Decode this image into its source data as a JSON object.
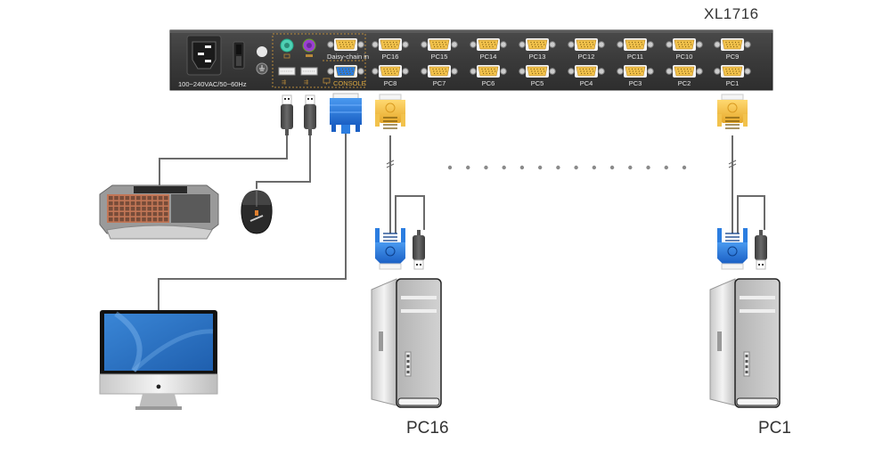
{
  "device": {
    "model": "XL1716",
    "power_label": "100~240VAC/50~60Hz",
    "daisy_chain_label": "Daisy-chain in",
    "console_label": "CONSOLE",
    "top_row_ports": [
      "PC16",
      "PC15",
      "PC14",
      "PC13",
      "PC12",
      "PC11",
      "PC10",
      "PC9"
    ],
    "bottom_row_ports": [
      "PC8",
      "PC7",
      "PC6",
      "PC5",
      "PC4",
      "PC3",
      "PC2",
      "PC1"
    ]
  },
  "console_devices": [
    {
      "name": "keyboard",
      "connection": "usb"
    },
    {
      "name": "mouse",
      "connection": "usb"
    },
    {
      "name": "monitor",
      "connection": "vga"
    }
  ],
  "computers": [
    {
      "label": "PC16",
      "port": "PC16"
    },
    {
      "label": "PC1",
      "port": "PC1"
    }
  ],
  "ellipsis_dots": 14,
  "colors": {
    "panel": "#3d3d3d",
    "vga_port": "#f2c24c",
    "console_vga": "#2b7de0",
    "ps2_keyboard": "#4fd0b4",
    "ps2_mouse": "#9b3fd0",
    "cable": "#6b6b6b",
    "console_outline": "#b98a3a"
  }
}
